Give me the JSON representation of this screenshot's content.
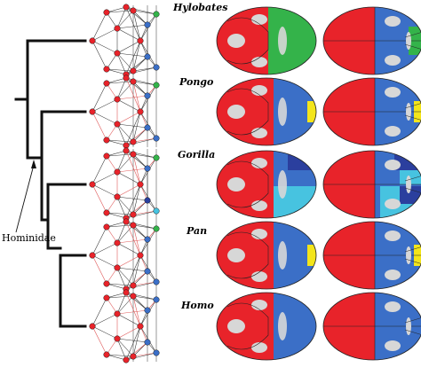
{
  "clade_label": "Hominidae",
  "taxa": [
    {
      "name": "Hylobates",
      "right_parts": [
        "red",
        "blue",
        "green"
      ]
    },
    {
      "name": "Pongo",
      "right_parts": [
        "red",
        "blue",
        "yellow"
      ]
    },
    {
      "name": "Gorilla",
      "right_parts": [
        "red",
        "blue",
        "lightblue",
        "darkblue"
      ]
    },
    {
      "name": "Pan",
      "right_parts": [
        "red",
        "blue",
        "yellow"
      ]
    },
    {
      "name": "Homo",
      "right_parts": [
        "red",
        "blue"
      ]
    }
  ],
  "colors": {
    "red": "#e8232a",
    "blue": "#3b6fc7",
    "green": "#34b34a",
    "yellow": "#f3e51b",
    "lightblue": "#47c3e0",
    "darkblue": "#2b3f9e",
    "gray": "#d7d7d7",
    "black": "#111111"
  }
}
